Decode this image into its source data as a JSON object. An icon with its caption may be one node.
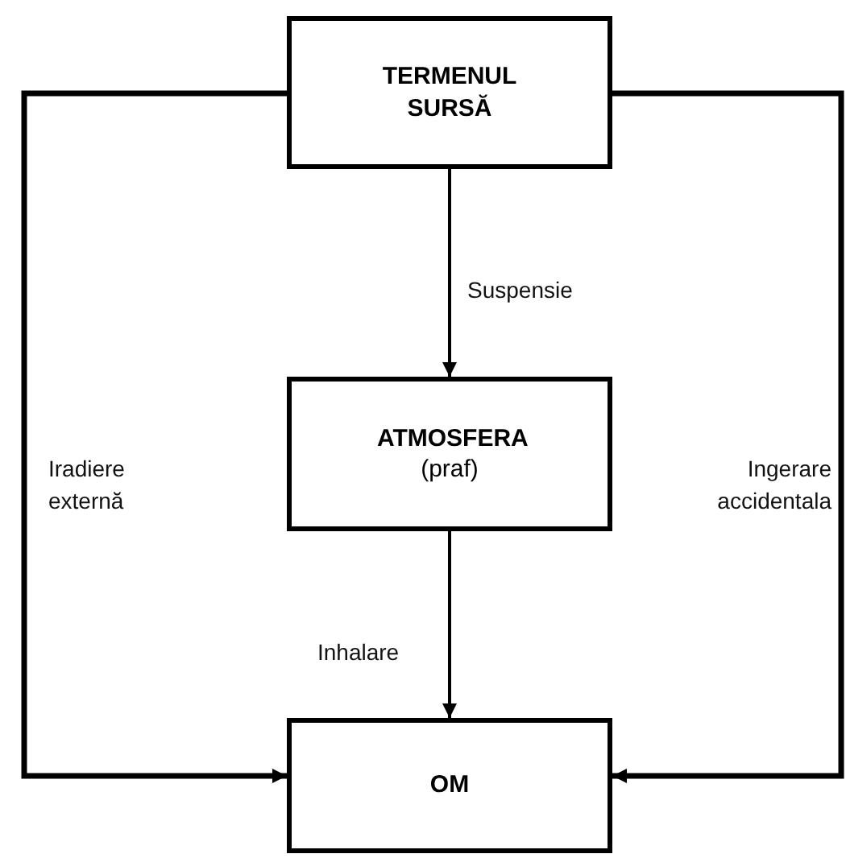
{
  "diagram": {
    "nodes": [
      {
        "text": [
          "TERMENUL SURSĂ"
        ]
      },
      {
        "text": [
          "ATMOSFERA",
          "(praf)"
        ]
      },
      {
        "text": [
          "OM"
        ]
      }
    ],
    "edges": [
      {
        "from": 0,
        "to": 1,
        "arrow": "to",
        "label": "Suspensie"
      },
      {
        "from": 1,
        "to": 2,
        "arrow": "to",
        "label": "Inhalare"
      },
      {
        "from": 0,
        "to": 2,
        "arrow": "to",
        "label": "Iradiere externă"
      },
      {
        "from": 0,
        "to": 2,
        "arrow": "to",
        "label": "Ingerare accidentala"
      }
    ]
  }
}
